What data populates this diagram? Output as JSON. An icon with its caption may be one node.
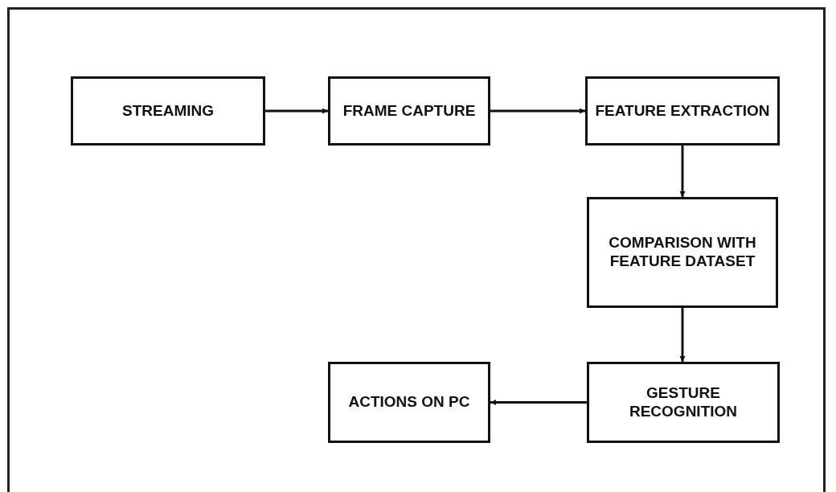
{
  "diagram": {
    "nodes": [
      {
        "text": [
          "STREAMING"
        ]
      },
      {
        "text": [
          "FRAME CAPTURE"
        ]
      },
      {
        "text": [
          "FEATURE EXTRACTION"
        ]
      },
      {
        "text": [
          "COMPARISON WITH FEATURE DATASET"
        ]
      },
      {
        "text": [
          "GESTURE RECOGNITION"
        ]
      },
      {
        "text": [
          "ACTIONS ON PC"
        ]
      }
    ],
    "edges": [
      {
        "from": 0,
        "to": 1,
        "arrow": "to"
      },
      {
        "from": 1,
        "to": 2,
        "arrow": "to"
      },
      {
        "from": 2,
        "to": 3,
        "arrow": "to"
      },
      {
        "from": 3,
        "to": 4,
        "arrow": "to"
      },
      {
        "from": 4,
        "to": 5,
        "arrow": "to"
      }
    ]
  }
}
